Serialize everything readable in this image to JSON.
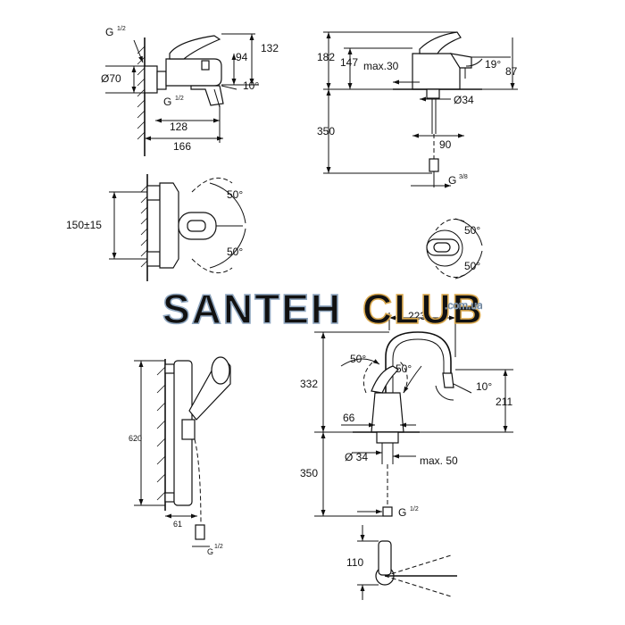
{
  "brand": {
    "watermark_main": "SANTEH",
    "watermark_accent": "CLUB",
    "watermark_suffix": ".com.ua",
    "main_color": "#8fa6bf",
    "accent_color": "#d9a84e"
  },
  "bath_mixer": {
    "thread": "G",
    "thread_frac": "1/2",
    "thread2": "G",
    "thread2_frac": "1/2",
    "diameter": "Ø70",
    "height_94": "94",
    "height_132": "132",
    "angle_10": "10°",
    "depth_128": "128",
    "depth_166": "166",
    "center_distance": "150±15",
    "angle_top": "50°",
    "angle_bottom": "50°"
  },
  "basin_mixer": {
    "height_182": "182",
    "height_147": "147",
    "max_30": "max.30",
    "angle_19": "19°",
    "height_87": "87",
    "diameter_34": "Ø34",
    "hose_350": "350",
    "reach_90": "90",
    "thread": "G",
    "thread_frac": "3/8",
    "angle_top": "50°",
    "angle_bottom": "50°"
  },
  "shower_set": {
    "height_620": "620",
    "offset_61": "61",
    "thread": "G",
    "thread_frac": "1/2"
  },
  "kitchen_mixer": {
    "reach_223": "223",
    "angle_left": "50°",
    "angle_right": "50°",
    "height_332": "332",
    "angle_10": "10°",
    "height_211": "211",
    "base_66": "66",
    "diameter_34": "Ø 34",
    "max_50": "max. 50",
    "hose_350": "350",
    "thread": "G",
    "thread_frac": "1/2",
    "depth_110": "110"
  }
}
